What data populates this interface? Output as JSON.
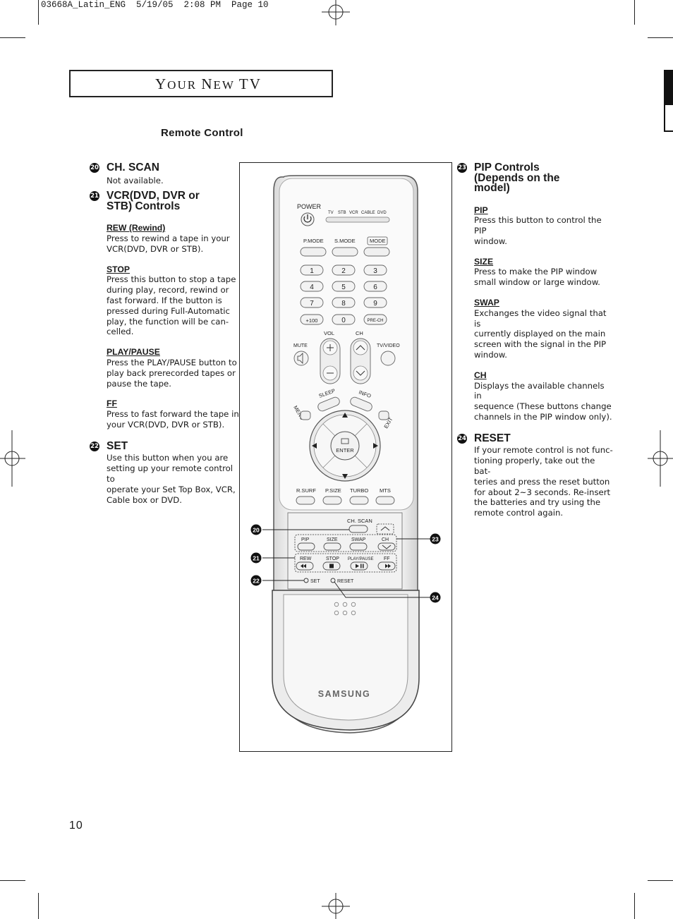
{
  "slug": "03668A_Latin_ENG  5/19/05  2:08 PM  Page 10",
  "header": {
    "first": "Y",
    "rest": "OUR ",
    "first2": "N",
    "rest2": "EW ",
    "tv": "TV"
  },
  "section_title": "Remote Control",
  "left": {
    "items": [
      {
        "num": "20",
        "title": "CH. SCAN",
        "text": "Not available."
      },
      {
        "num": "21",
        "title_line1": "VCR(DVD, DVR or",
        "title_line2": "STB) Controls",
        "subs": [
          {
            "label": "REW (Rewind)",
            "text": [
              "Press to rewind a tape in your",
              "VCR(DVD, DVR or STB)."
            ]
          },
          {
            "label": "STOP",
            "text": [
              "Press this button to stop a tape",
              "during play, record, rewind or",
              "fast forward. If the button is",
              "pressed during Full-Automatic",
              "play, the function will be can-",
              "celled."
            ]
          },
          {
            "label": "PLAY/PAUSE",
            "text": [
              "Press the PLAY/PAUSE button to",
              "play back prerecorded tapes or",
              "pause the tape."
            ]
          },
          {
            "label": "FF",
            "text": [
              "Press to fast forward the tape in",
              "your VCR(DVD, DVR or STB)."
            ]
          }
        ]
      },
      {
        "num": "22",
        "title": "SET",
        "text": [
          "Use this button when you are",
          "setting up your remote control to",
          "operate your Set Top Box, VCR,",
          "Cable box or DVD."
        ]
      }
    ]
  },
  "right": {
    "items": [
      {
        "num": "23",
        "title_line1": "PIP Controls",
        "title_line2": "(Depends on the",
        "title_line3": "model)",
        "subs": [
          {
            "label": "PIP",
            "text": [
              "Press this button to control the PIP",
              "window."
            ]
          },
          {
            "label": "SIZE",
            "text": [
              "Press to make the PIP window",
              "small window or large window."
            ]
          },
          {
            "label": "SWAP",
            "text": [
              "Exchanges the video signal that is",
              "currently displayed on the main",
              "screen with the signal in the PIP",
              "window."
            ]
          },
          {
            "label": "CH",
            "text": [
              "Displays the available channels in",
              "sequence (These buttons change",
              "channels in the PIP window only)."
            ]
          }
        ]
      },
      {
        "num": "24",
        "title": "RESET",
        "text": [
          "If your remote control is not func-",
          "tioning properly, take out the bat-",
          "teries and press the reset button",
          "for about 2~3 seconds. Re-insert",
          "the batteries and try using the",
          "remote control again."
        ]
      }
    ]
  },
  "remote": {
    "power": "POWER",
    "modes": [
      "TV",
      "STB",
      "VCR",
      "CABLE",
      "DVD"
    ],
    "pmode": "P.MODE",
    "smode": "S.MODE",
    "mode": "MODE",
    "keys": [
      "1",
      "2",
      "3",
      "4",
      "5",
      "6",
      "7",
      "8",
      "9",
      "+100",
      "0",
      "PRE-CH"
    ],
    "vol": "VOL",
    "ch": "CH",
    "mute": "MUTE",
    "tvvideo": "TV/VIDEO",
    "sleep": "SLEEP",
    "info": "INFO",
    "menu": "MENU",
    "exit": "EXIT",
    "enter": "ENTER",
    "bottom_row": [
      "R.SURF",
      "P.SIZE",
      "TURBO",
      "MTS"
    ],
    "chscan": "CH. SCAN",
    "pip_row": [
      "PIP",
      "SIZE",
      "SWAP",
      "CH"
    ],
    "vcr_row": [
      "REW",
      "STOP",
      "PLAY/PAUSE",
      "FF"
    ],
    "set": "SET",
    "reset": "RESET",
    "brand": "SAMSUNG",
    "callouts": [
      "20",
      "21",
      "22",
      "23",
      "24"
    ]
  },
  "page_number": "10"
}
